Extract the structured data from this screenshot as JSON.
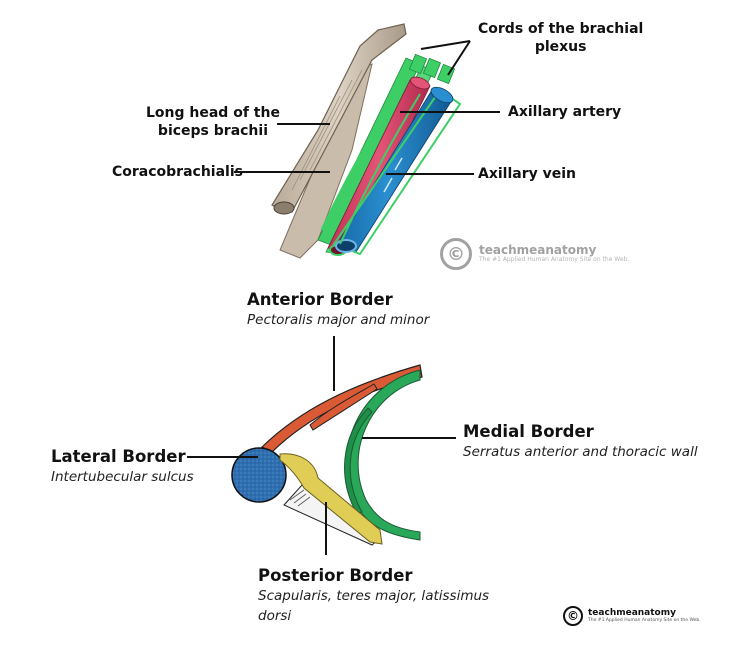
{
  "top_figure": {
    "title": "Contents of the axilla",
    "labels": {
      "cords": "Cords of the brachial plexus",
      "cords_line1": "Cords of the brachial",
      "cords_line2": "plexus",
      "biceps_line1": "Long head of the",
      "biceps_line2": "biceps brachii",
      "coracobrachialis": "Coracobrachialis",
      "artery": "Axillary artery",
      "vein": "Axillary vein"
    },
    "watermark": {
      "icon": "copyright-icon",
      "symbol": "©",
      "name": "teachmeanatomy",
      "tagline": "The #1 Applied Human Anatomy Site on the Web."
    }
  },
  "bottom_figure": {
    "title": "Borders of the axilla",
    "borders": {
      "anterior": {
        "title": "Anterior Border",
        "subtitle": "Pectoralis major and minor"
      },
      "medial": {
        "title": "Medial Border",
        "subtitle": "Serratus anterior and thoracic wall"
      },
      "lateral": {
        "title": "Lateral Border",
        "subtitle": "Intertubecular sulcus"
      },
      "posterior": {
        "title": "Posterior Border",
        "subtitle_line1": "Scapularis, teres major, latissimus",
        "subtitle_line2": "dorsi"
      }
    },
    "watermark": {
      "icon": "copyright-icon",
      "symbol": "©",
      "name": "teachmeanatomy",
      "tagline": "The #1 Applied Human Anatomy Site on the Web."
    }
  },
  "colors": {
    "muscle_tan": "#cfc3b4",
    "nerve_green": "#3dcf66",
    "artery_red": "#d9456a",
    "vein_blue": "#1f7fc0",
    "pectoral_red": "#d95a35",
    "serratus_green": "#2aa85a",
    "humerus_blue": "#2f6fb0",
    "posterior_yellow": "#e0cd55"
  }
}
